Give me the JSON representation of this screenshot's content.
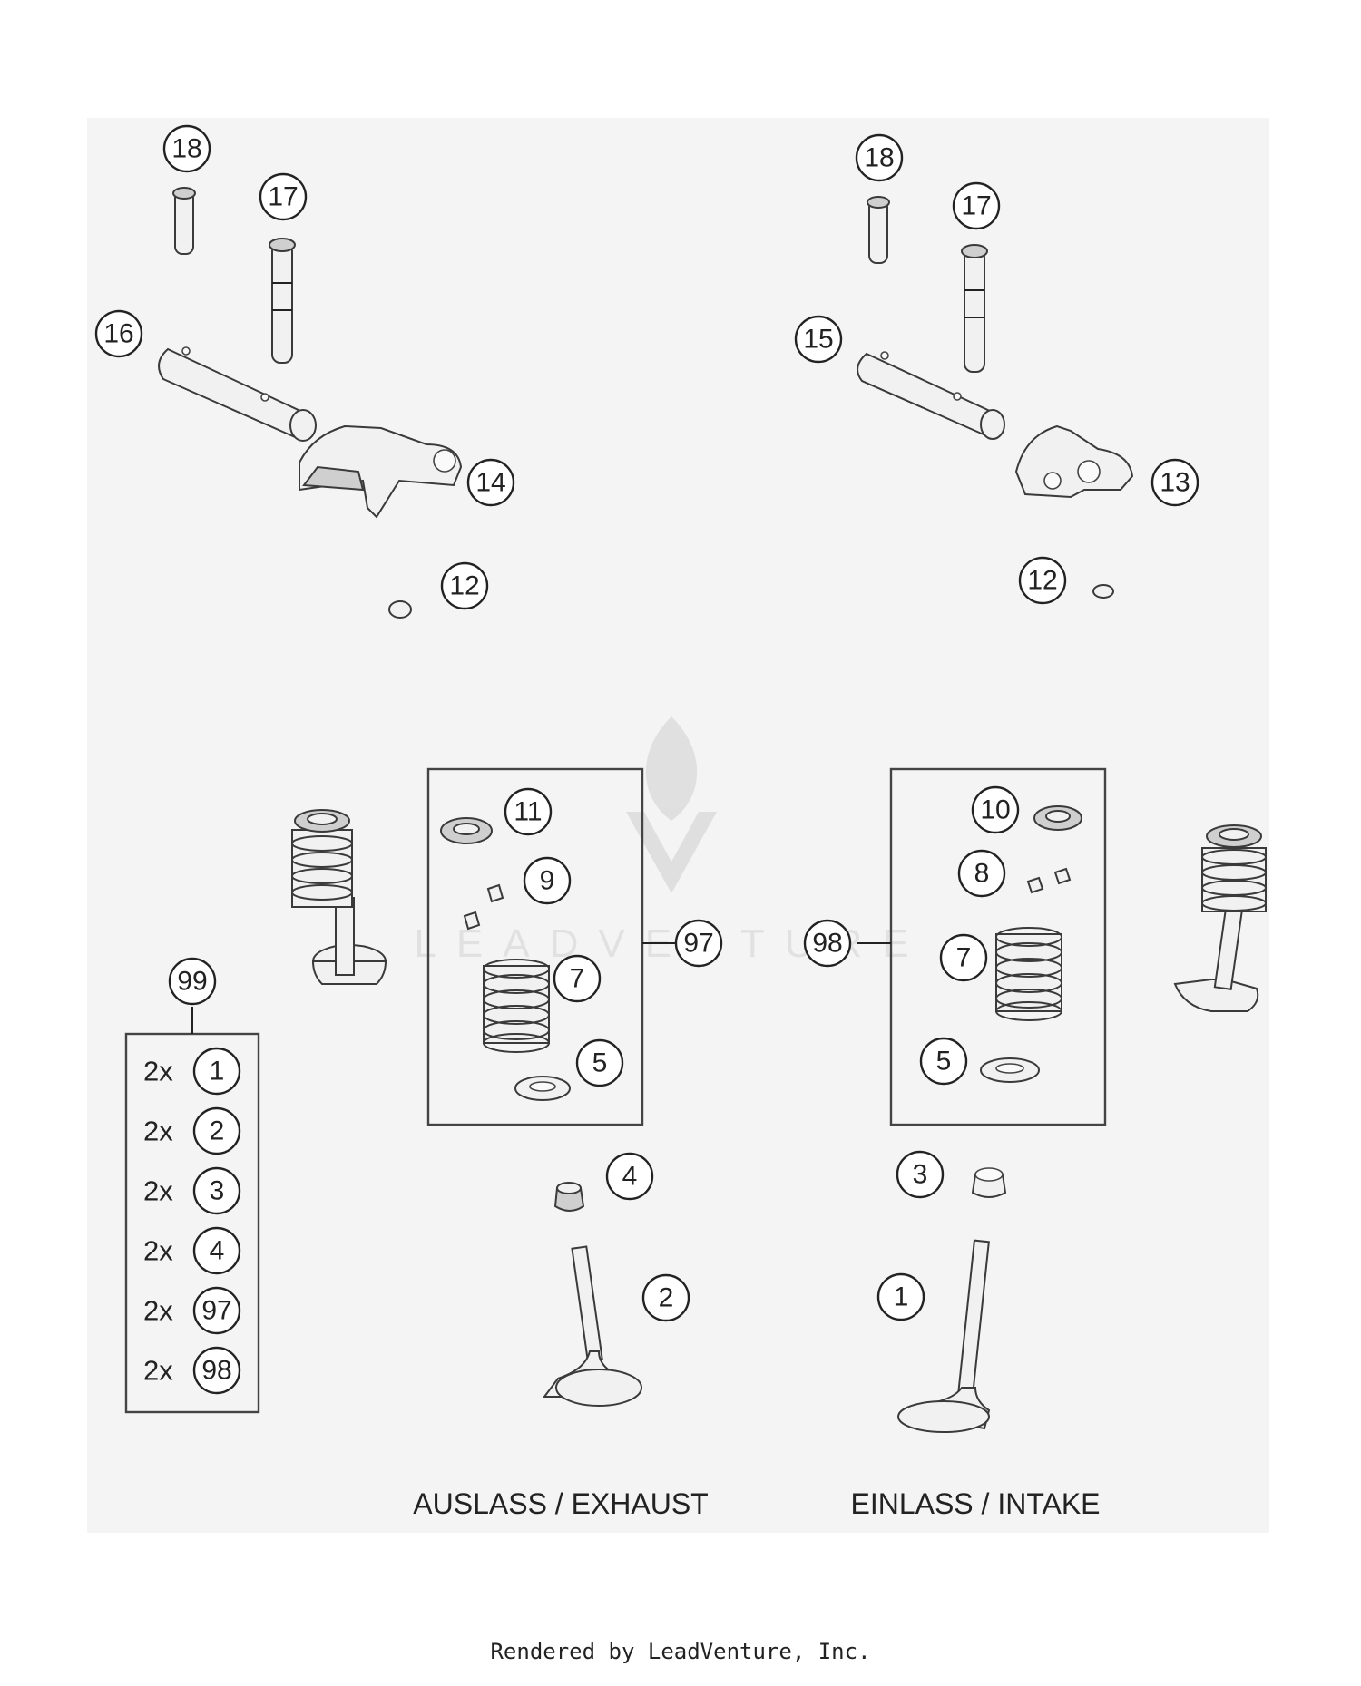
{
  "callouts": {
    "c18a": "18",
    "c17a": "17",
    "c16": "16",
    "c14": "14",
    "c12a": "12",
    "c18b": "18",
    "c17b": "17",
    "c15": "15",
    "c13": "13",
    "c12b": "12",
    "c11": "11",
    "c9": "9",
    "c97": "97",
    "c7a": "7",
    "c5a": "5",
    "c10": "10",
    "c8": "8",
    "c98": "98",
    "c7b": "7",
    "c5b": "5",
    "c99": "99",
    "c4": "4",
    "c2": "2",
    "c3": "3",
    "c1": "1"
  },
  "kit_99": {
    "items": [
      {
        "qty": "2x",
        "ref": "1"
      },
      {
        "qty": "2x",
        "ref": "2"
      },
      {
        "qty": "2x",
        "ref": "3"
      },
      {
        "qty": "2x",
        "ref": "4"
      },
      {
        "qty": "2x",
        "ref": "97"
      },
      {
        "qty": "2x",
        "ref": "98"
      }
    ]
  },
  "labels": {
    "exhaust": "AUSLASS / EXHAUST",
    "intake": "EINLASS / INTAKE"
  },
  "watermark": "LEADVENTURE",
  "footer": "Rendered by LeadVenture, Inc."
}
